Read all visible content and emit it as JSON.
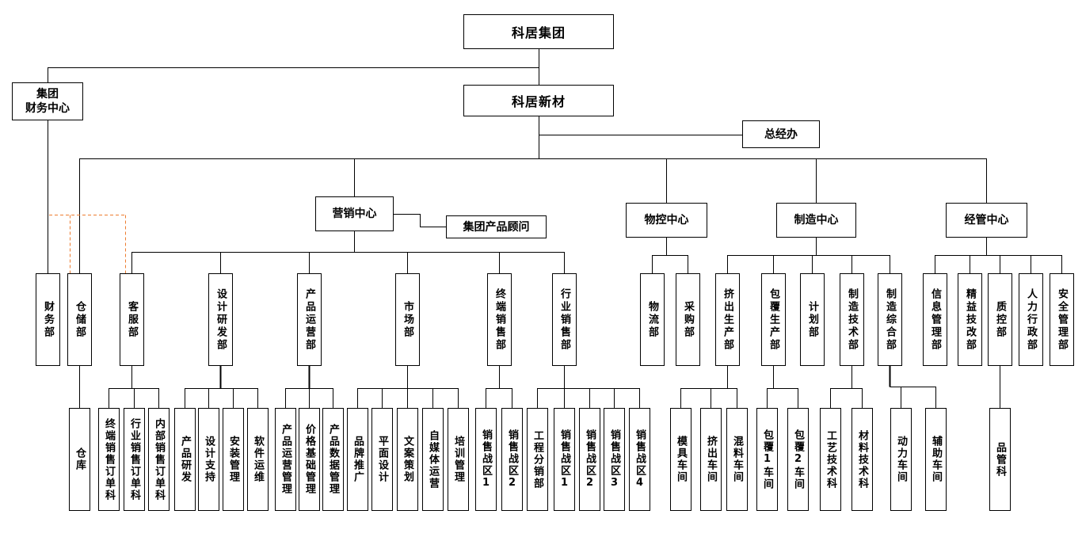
{
  "org": {
    "group": "科居集团",
    "finance_center": [
      "集团",
      "财务中心"
    ],
    "company": "科居新材",
    "gm_office": "总经办",
    "finance_dept": "财务部",
    "warehousing": {
      "name": "仓储部",
      "units": [
        "仓库"
      ]
    },
    "marketing": {
      "name": "营销中心",
      "advisor": "集团产品顾问",
      "departments": [
        {
          "name": "客服部",
          "units": [
            "终端销售订单科",
            "行业销售订单科",
            "内部销售订单科"
          ]
        },
        {
          "name": "设计研发部",
          "units": [
            "产品研发",
            "设计支持",
            "安装管理",
            "软件运维"
          ]
        },
        {
          "name": "产品运营部",
          "units": [
            "产品运营管理",
            "价格基础管理",
            "产品数据管理"
          ]
        },
        {
          "name": "市场部",
          "units": [
            "品牌推广",
            "平面设计",
            "文案策划",
            "自媒体运营",
            "培训管理"
          ]
        },
        {
          "name": "终端销售部",
          "units": [
            "销售战区1",
            "销售战区2"
          ]
        },
        {
          "name": "行业销售部",
          "units": [
            "工程分销部",
            "销售战区1",
            "销售战区2",
            "销售战区3",
            "销售战区4"
          ]
        }
      ]
    },
    "materials_control": {
      "name": "物控中心",
      "departments": [
        {
          "name": "物流部"
        },
        {
          "name": "采购部"
        }
      ]
    },
    "manufacturing": {
      "name": "制造中心",
      "departments": [
        {
          "name": "挤出生产部",
          "units": [
            "模具车间",
            "挤出车间",
            "混料车间"
          ]
        },
        {
          "name": "包覆生产部",
          "units": [
            "包覆1车间",
            "包覆2车间"
          ]
        },
        {
          "name": "计划部"
        },
        {
          "name": "制造技术部",
          "units": [
            "工艺技术科",
            "材料技术科"
          ]
        },
        {
          "name": "制造综合部",
          "units": [
            "动力车间",
            "辅助车间"
          ]
        }
      ]
    },
    "management": {
      "name": "经管中心",
      "departments": [
        {
          "name": "信息管理部"
        },
        {
          "name": "精益技改部"
        },
        {
          "name": "质控部",
          "units": [
            "品管科"
          ]
        },
        {
          "name": "人力行政部"
        },
        {
          "name": "安全管理部"
        }
      ]
    }
  },
  "colors": {
    "background": "#FFFFFF",
    "box_border": "#000000",
    "line": "#000000",
    "dotted_link": "#ED7D31"
  }
}
